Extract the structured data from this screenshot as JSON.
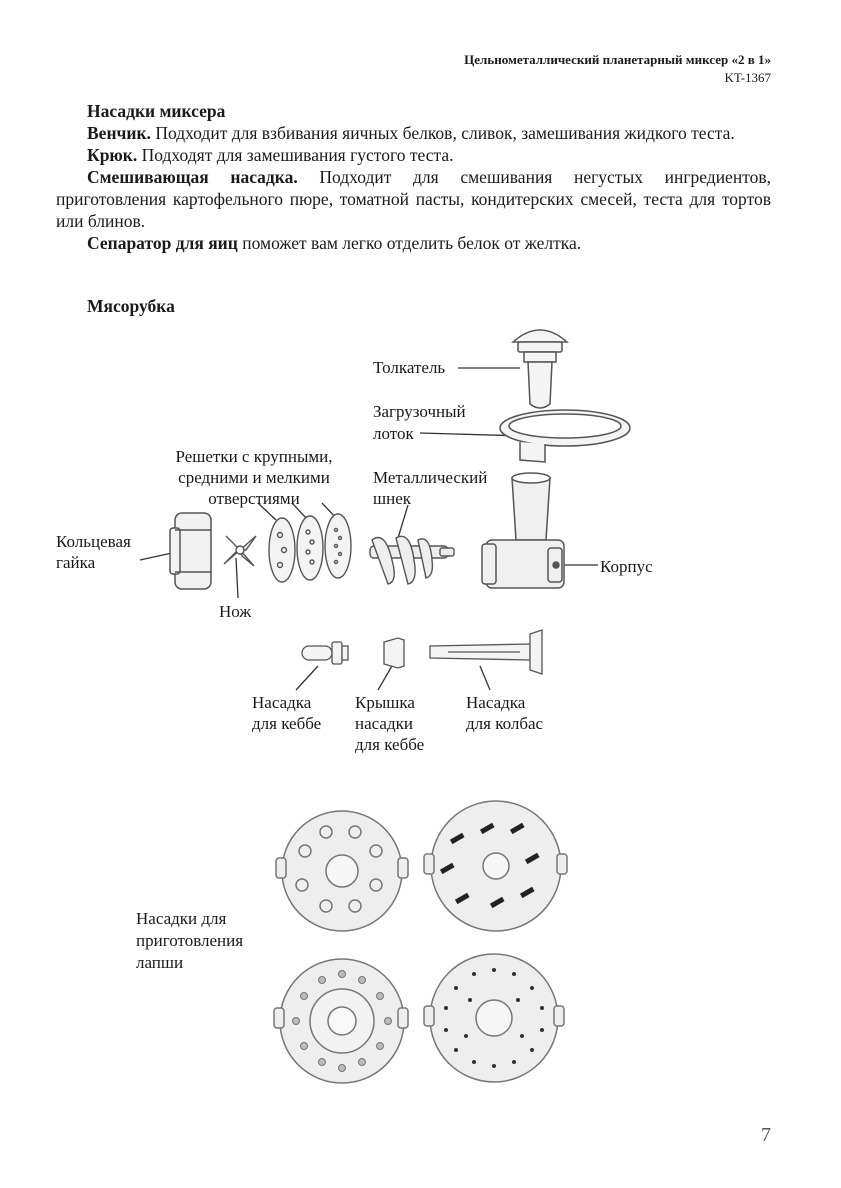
{
  "header": {
    "title": "Цельнометаллический планетарный миксер «2 в 1»",
    "model": "KT-1367"
  },
  "mixer_attachments": {
    "heading": "Насадки миксера",
    "items": [
      {
        "term": "Венчик.",
        "text": " Подходит для взбивания яичных белков, сливок, замешивания жидкого теста."
      },
      {
        "term": "Крюк.",
        "text": " Подходят для замешивания густого теста."
      },
      {
        "term": "Смешивающая насадка.",
        "text": " Подходит для смешивания негустых ингредиентов, приготовления картофельного пюре, томатной пасты, кондитерских смесей, теста для тортов или блинов."
      },
      {
        "term": "Сепаратор для яиц",
        "text": " поможет вам легко отделить белок от желтка."
      }
    ]
  },
  "meat_grinder": {
    "heading": "Мясорубка",
    "labels": {
      "pusher": "Толкатель",
      "tray_1": "Загрузочный",
      "tray_2": "лоток",
      "grids_1": "Решетки с крупными,",
      "grids_2": "средними и мелкими",
      "grids_3": "отверстиями",
      "auger_1": "Металлический",
      "auger_2": "шнек",
      "ring_nut_1": "Кольцевая",
      "ring_nut_2": "гайка",
      "knife": "Нож",
      "body": "Корпус",
      "kebbe_1": "Насадка",
      "kebbe_2": "для кеббе",
      "kebbe_cap_1": "Крышка",
      "kebbe_cap_2": "насадки",
      "kebbe_cap_3": "для кеббе",
      "sausage_1": "Насадка",
      "sausage_2": "для колбас"
    }
  },
  "noodles": {
    "label_1": "Насадки для",
    "label_2": "приготовления",
    "label_3": "лапши"
  },
  "page_number": "7"
}
